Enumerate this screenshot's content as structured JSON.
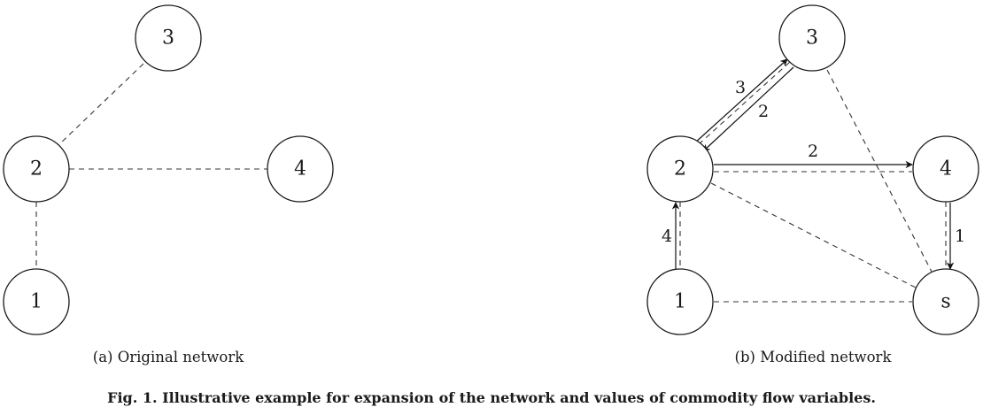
{
  "subfigure_a": {
    "caption": "(a) Original network",
    "nodes": [
      "3",
      "2",
      "4",
      "1"
    ]
  },
  "subfigure_b": {
    "caption": "(b) Modified network",
    "nodes": [
      "3",
      "2",
      "4",
      "1",
      "s"
    ],
    "flows": [
      {
        "from": "2",
        "to": "3",
        "value": "3"
      },
      {
        "from": "3",
        "to": "2",
        "value": "2"
      },
      {
        "from": "2",
        "to": "4",
        "value": "2"
      },
      {
        "from": "1",
        "to": "2",
        "value": "4"
      },
      {
        "from": "4",
        "to": "s",
        "value": "1"
      }
    ]
  },
  "caption": {
    "text": "Fig. 1.  Illustrative example for expansion of the network and values of commodity flow variables."
  }
}
